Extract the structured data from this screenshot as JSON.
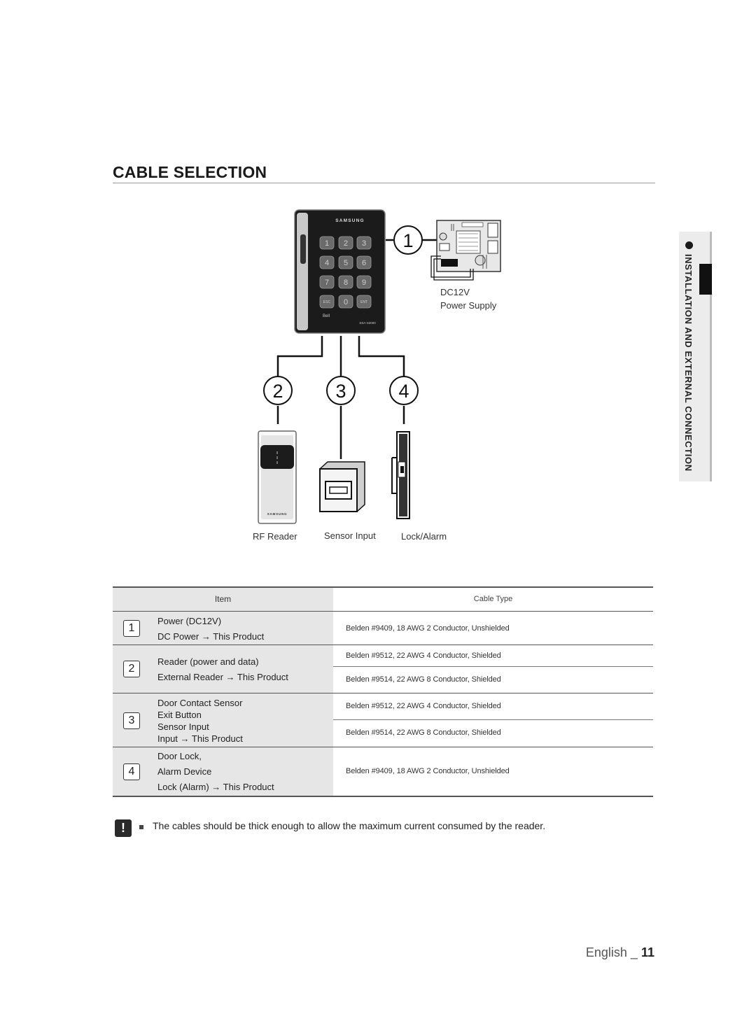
{
  "page": {
    "title": "CABLE SELECTION",
    "section_tab": "INSTALLATION AND EXTERNAL CONNECTION",
    "footer_language": "English _",
    "page_number": "11"
  },
  "diagram": {
    "device_brand": "SAMSUNG",
    "device_model": "SSA-S2000",
    "keypad_keys": [
      "1",
      "2",
      "3",
      "4",
      "5",
      "6",
      "7",
      "8",
      "9",
      "ESC",
      "0",
      "ENT"
    ],
    "bell_label": "Bell",
    "reader_brand": "SAMSUNG",
    "callouts": [
      "1",
      "2",
      "3",
      "4"
    ],
    "power_label_line1": "DC12V",
    "power_label_line2": "Power Supply",
    "rf_reader_label": "RF Reader",
    "sensor_input_label": "Sensor Input",
    "lock_alarm_label": "Lock/Alarm"
  },
  "table": {
    "header_item": "Item",
    "header_cable": "Cable Type",
    "rows": [
      {
        "num": "1",
        "item_lines": [
          "Power (DC12V)",
          "DC Power → This Product"
        ],
        "cables": [
          "Belden #9409, 18 AWG  2 Conductor, Unshielded"
        ]
      },
      {
        "num": "2",
        "item_lines": [
          "Reader (power and data)",
          "External Reader → This Product"
        ],
        "cables": [
          "Belden #9512, 22 AWG  4 Conductor, Shielded",
          "Belden #9514, 22 AWG  8 Conductor, Shielded"
        ]
      },
      {
        "num": "3",
        "item_lines": [
          "Door Contact Sensor",
          "Exit Button",
          "Sensor Input",
          "Input → This Product"
        ],
        "cables": [
          "Belden #9512, 22 AWG  4 Conductor, Shielded",
          "Belden #9514, 22 AWG  8 Conductor, Shielded"
        ]
      },
      {
        "num": "4",
        "item_lines": [
          "Door Lock,",
          "Alarm Device",
          "Lock (Alarm) → This Product"
        ],
        "cables": [
          "Belden #9409, 18 AWG  2 Conductor, Unshielded"
        ]
      }
    ]
  },
  "note": {
    "icon": "exclamation-note-icon",
    "text": "The cables should be thick enough to allow the maximum current consumed by the reader."
  }
}
